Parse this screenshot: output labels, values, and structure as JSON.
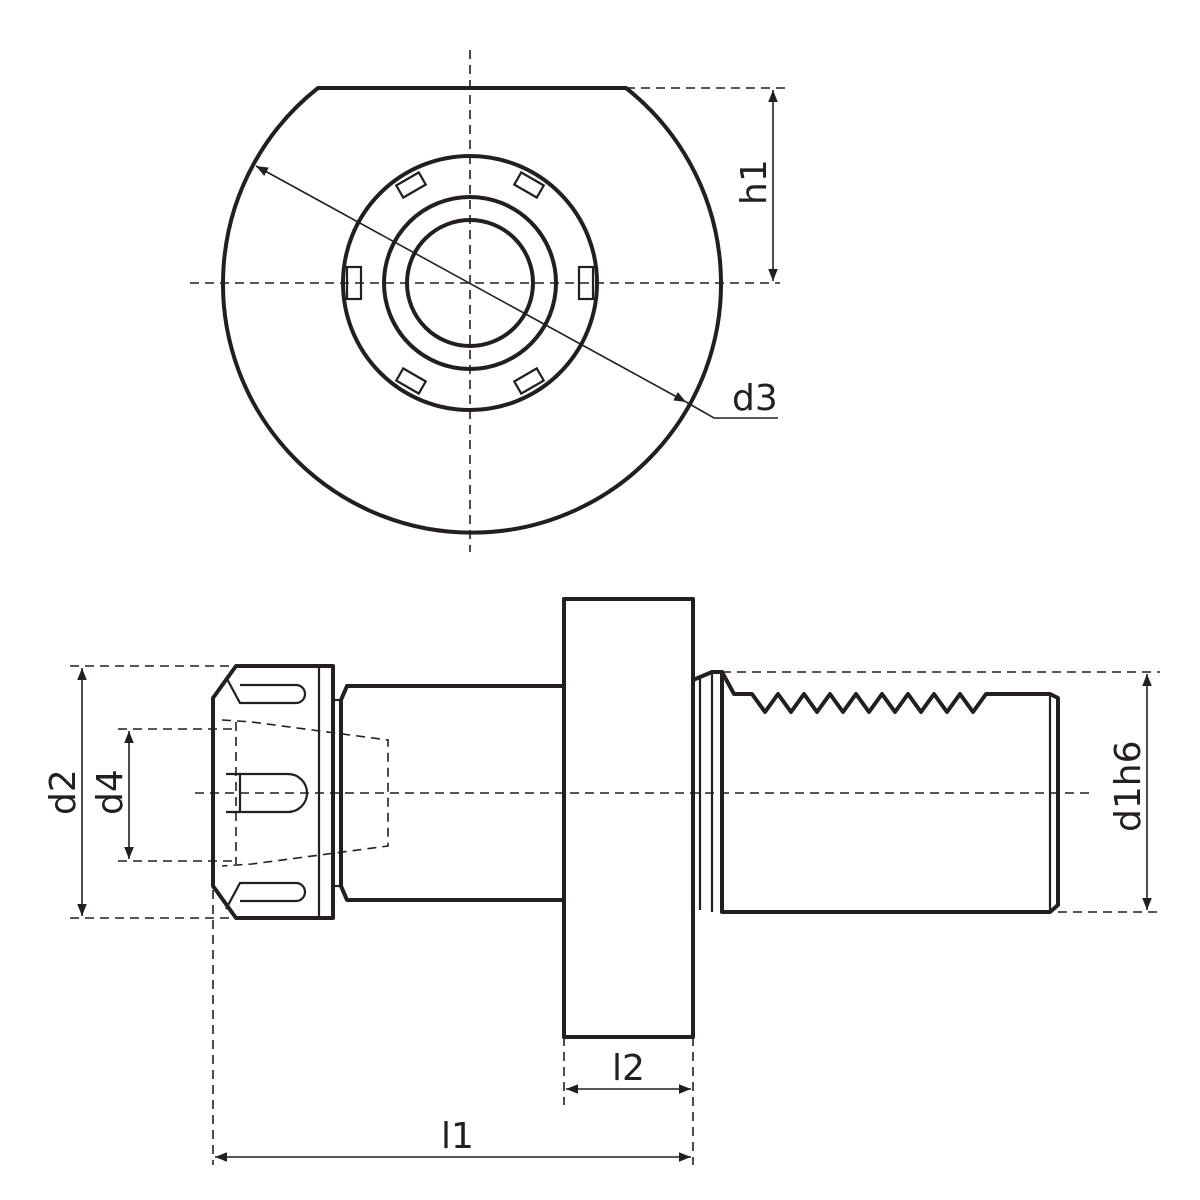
{
  "labels": {
    "h1": "h1",
    "d3": "d3",
    "d2": "d2",
    "d4": "d4",
    "d1h6": "d1h6",
    "l2": "l2",
    "l1": "l1"
  },
  "colors": {
    "line": "#231f20",
    "background": "#ffffff"
  }
}
